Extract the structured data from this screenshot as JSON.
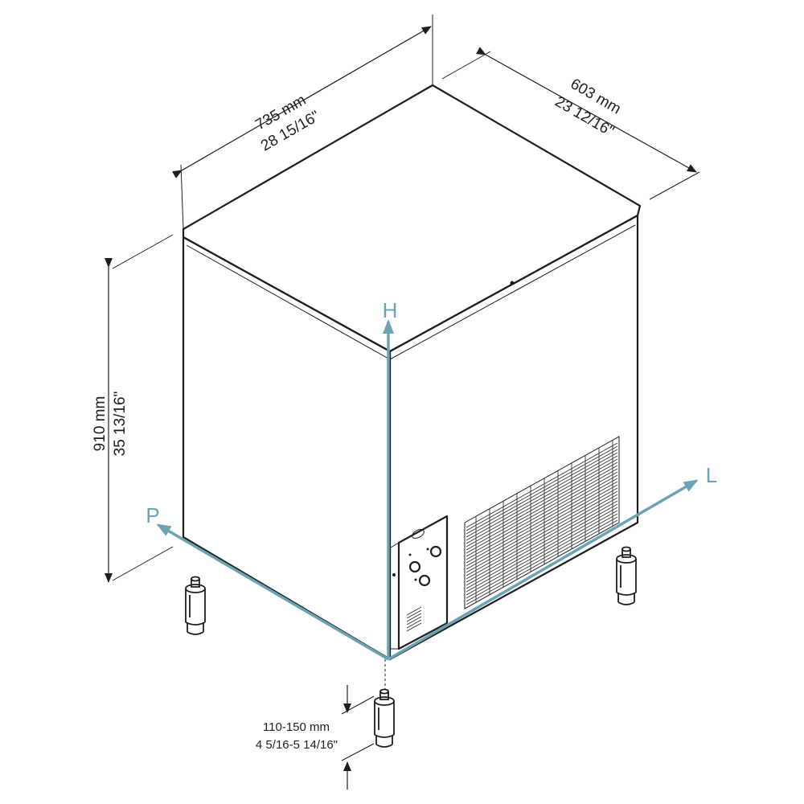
{
  "dimensions": {
    "width_mm": "735 mm",
    "width_in": "28 15/16\"",
    "depth_mm": "603 mm",
    "depth_in": "23 12/16\"",
    "height_mm": "910 mm",
    "height_in": "35 13/16\"",
    "legs_mm": "110-150 mm",
    "legs_in": "4 5/16-5 14/16\""
  },
  "axes": {
    "height": "H",
    "length": "L",
    "depth": "P"
  },
  "colors": {
    "axis": "#6aa3b4",
    "line": "#1e1e1e"
  },
  "icons": {
    "control_panel": "control-panel-icon",
    "vent_grille": "vent-grille-icon",
    "leg": "adjustable-leg-icon"
  }
}
